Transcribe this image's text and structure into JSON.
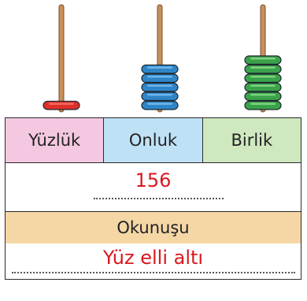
{
  "abacus": {
    "rods": [
      {
        "place": "Yüzlük",
        "beads": 1,
        "color": "#e0302a",
        "highlight": "#f26a5f"
      },
      {
        "place": "Onluk",
        "beads": 5,
        "color": "#2f85c8",
        "highlight": "#6fb6ea"
      },
      {
        "place": "Birlik",
        "beads": 6,
        "color": "#3aa24a",
        "highlight": "#7fd27f"
      }
    ],
    "rod_color": "#c98f5a"
  },
  "table": {
    "headers": [
      "Yüzlük",
      "Onluk",
      "Birlik"
    ],
    "header_colors": [
      "#f4c8e0",
      "#bfe1f6",
      "#cfe8c0"
    ],
    "number": "156",
    "reading_label": "Okunuşu",
    "reading_value": "Yüz elli altı"
  }
}
